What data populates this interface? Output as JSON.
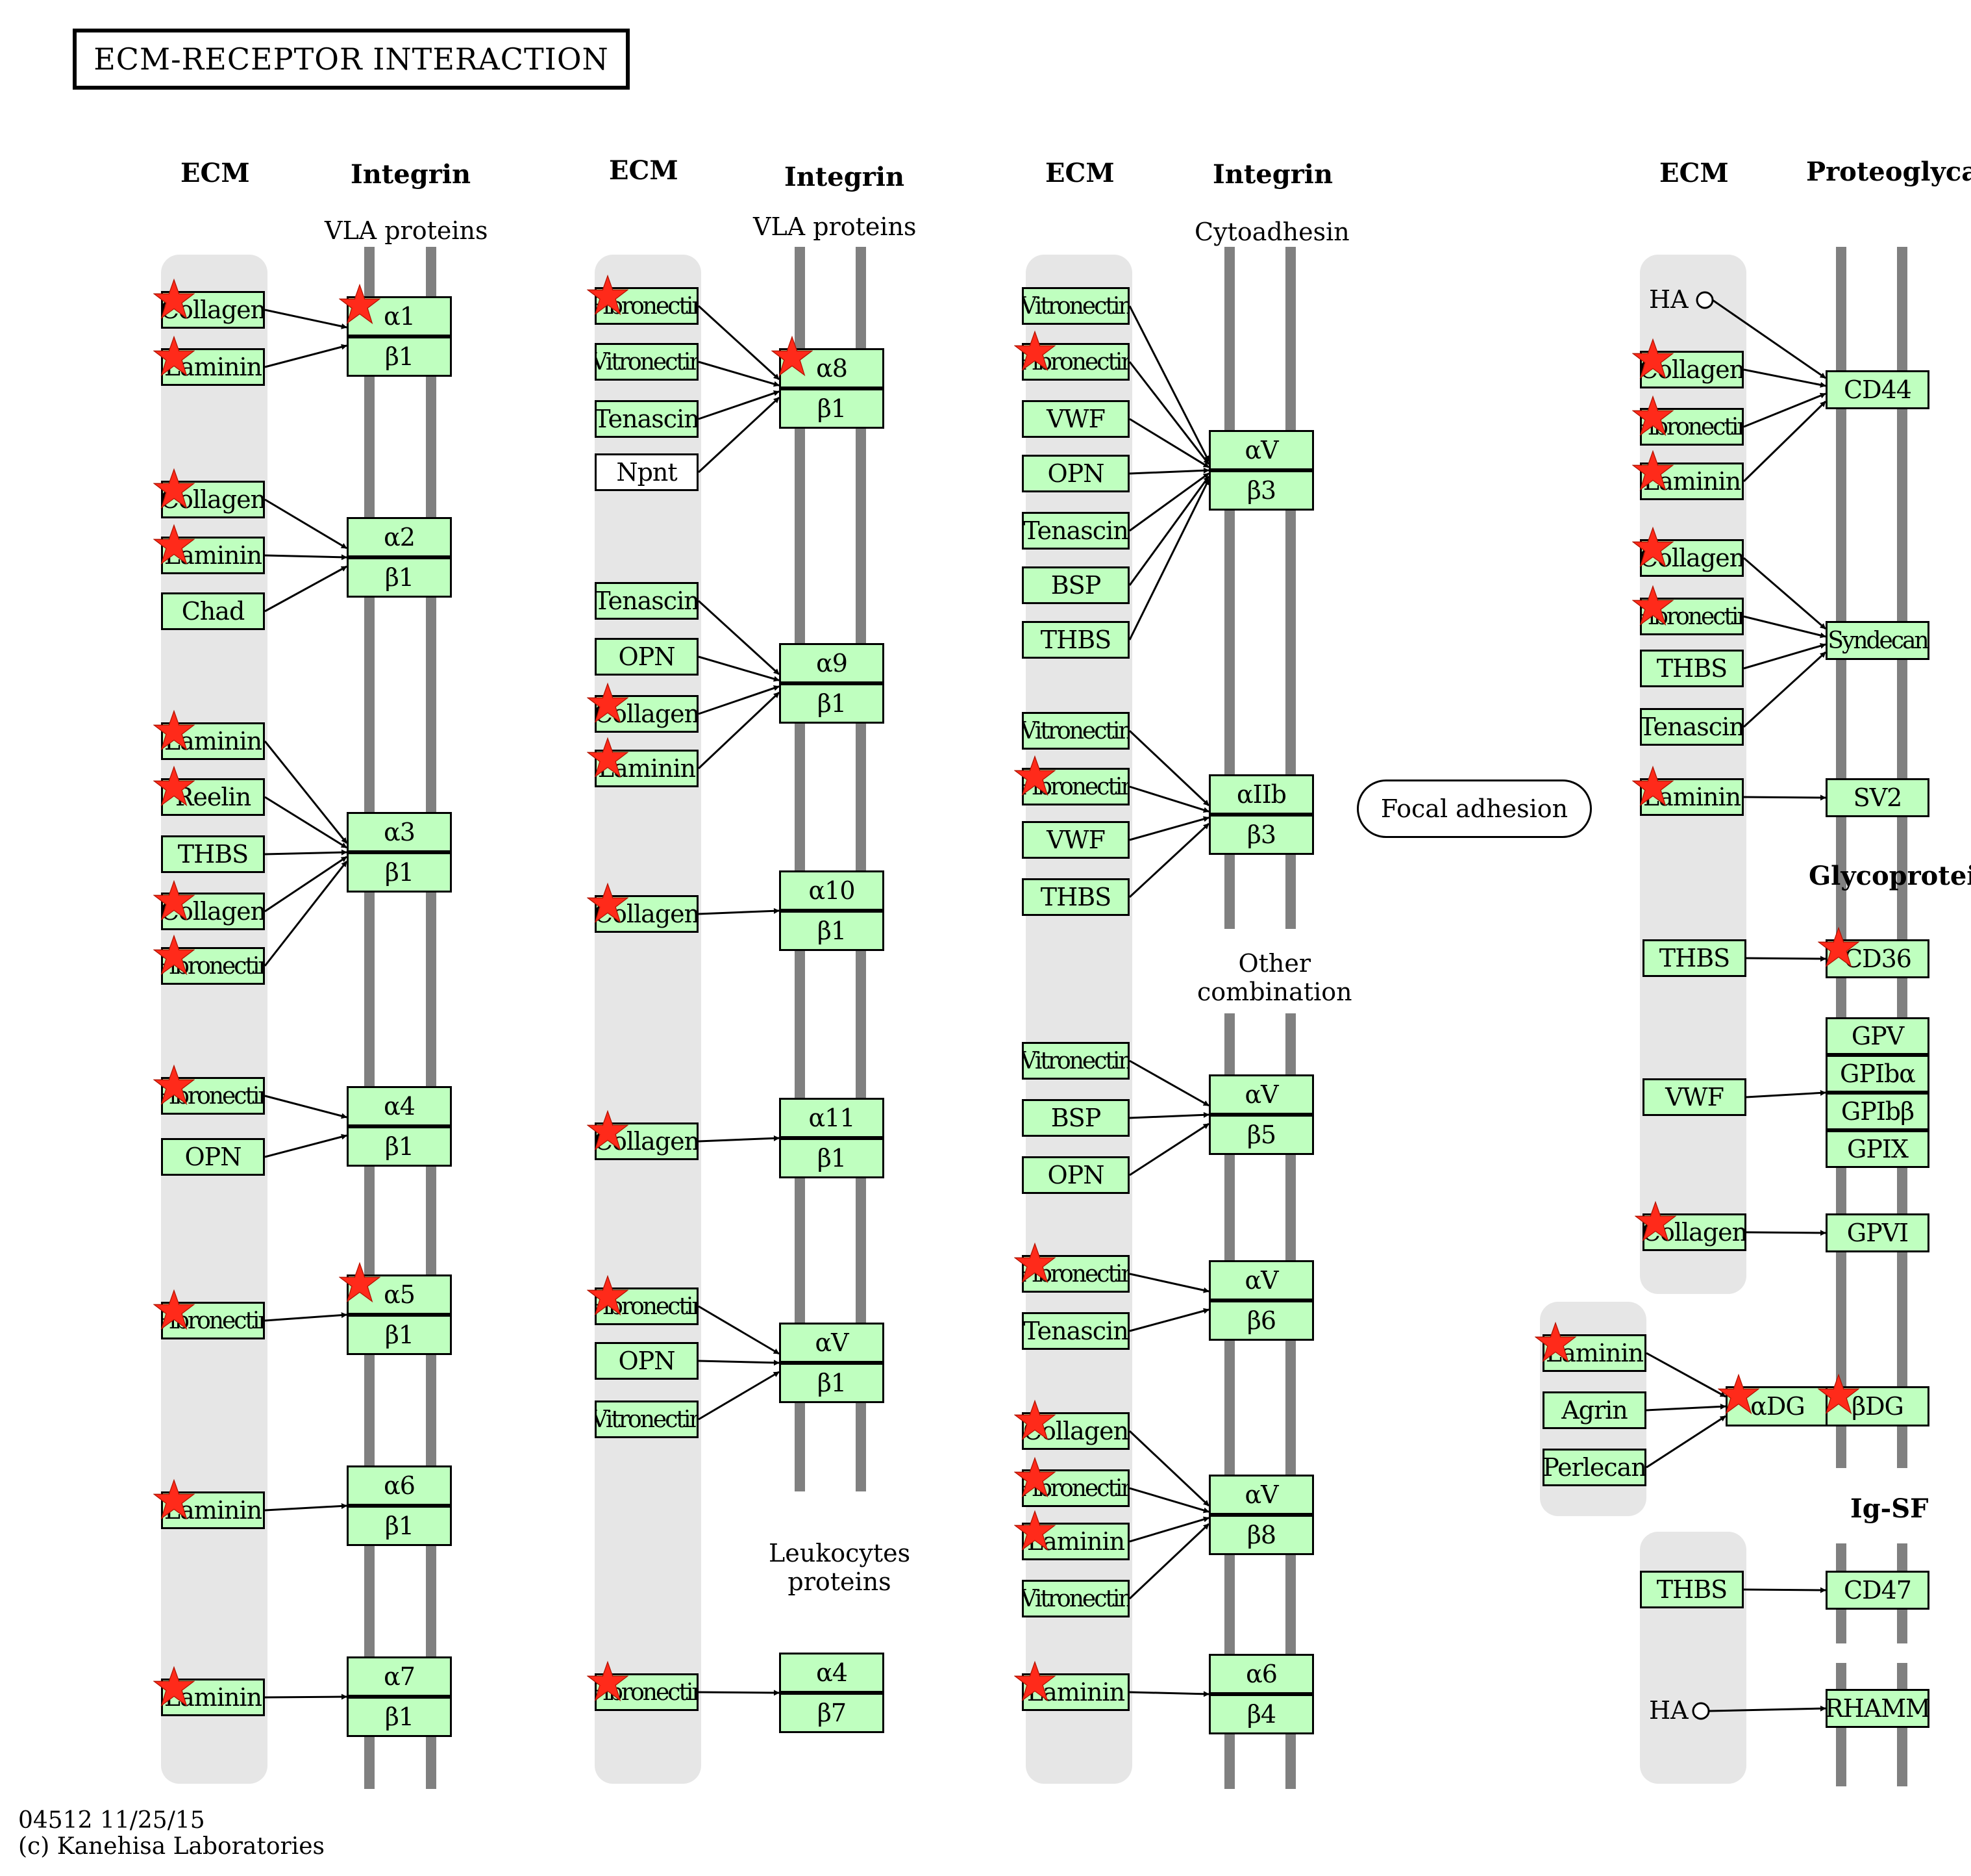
{
  "title": "ECM-RECEPTOR  INTERACTION",
  "headers": {
    "p1_ecm": "ECM",
    "p1_integrin": "Integrin",
    "p1_sub": "VLA proteins",
    "p2_ecm": "ECM",
    "p2_integrin": "Integrin",
    "p2_sub": "VLA proteins",
    "p2_sub2": "Leukocytes\nproteins",
    "p3_ecm": "ECM",
    "p3_integrin": "Integrin",
    "p3_sub": "Cytoadhesin",
    "p3_sub2": "Other\ncombination",
    "p4_ecm": "ECM",
    "p4_proteoglycan": "Proteoglycan",
    "p4_glyco": "Glycoprotein",
    "p4_igsf": "Ig-SF"
  },
  "focal_adhesion": "Focal adhesion",
  "footer": {
    "id_date": "04512 11/25/15",
    "copyright": "(c) Kanehisa Laboratories"
  },
  "colors": {
    "node_fill": "#bfffbf",
    "lane_fill": "#e6e6e6",
    "bar": "#808080",
    "star": "#ff2a1a"
  },
  "nodes": {
    "p1_collagen_1": "Collagen",
    "p1_laminin_1": "Laminin",
    "p1_a1": "α1",
    "p1_b1_1": "β1",
    "p1_collagen_2": "Collagen",
    "p1_laminin_2": "Laminin",
    "p1_chad": "Chad",
    "p1_a2": "α2",
    "p1_b1_2": "β1",
    "p1_laminin_3": "Laminin",
    "p1_reelin": "Reelin",
    "p1_thbs": "THBS",
    "p1_collagen_3": "Collagen",
    "p1_fibronectin_1": "Fibronectin",
    "p1_a3": "α3",
    "p1_b1_3": "β1",
    "p1_fibronectin_2": "Fibronectin",
    "p1_opn": "OPN",
    "p1_a4": "α4",
    "p1_b1_4": "β1",
    "p1_fibronectin_3": "Fibronectin",
    "p1_a5": "α5",
    "p1_b1_5": "β1",
    "p1_laminin_4": "Laminin",
    "p1_a6": "α6",
    "p1_b1_6": "β1",
    "p1_laminin_5": "Laminin",
    "p1_a7": "α7",
    "p1_b1_7": "β1",
    "p2_fibronectin_1": "Fibronectin",
    "p2_vitronectin_1": "Vitronectin",
    "p2_tenascin_1": "Tenascin",
    "p2_npnt": "Npnt",
    "p2_a8": "α8",
    "p2_b1_1": "β1",
    "p2_tenascin_2": "Tenascin",
    "p2_opn_1": "OPN",
    "p2_collagen_1": "Collagen",
    "p2_laminin_1": "Laminin",
    "p2_a9": "α9",
    "p2_b1_2": "β1",
    "p2_collagen_2": "Collagen",
    "p2_a10": "α10",
    "p2_b1_3": "β1",
    "p2_collagen_3": "Collagen",
    "p2_a11": "α11",
    "p2_b1_4": "β1",
    "p2_fibronectin_2": "Fibronectin",
    "p2_opn_2": "OPN",
    "p2_vitronectin_2": "Vitronectin",
    "p2_av": "αV",
    "p2_b1_5": "β1",
    "p2_fibronectin_3": "Fibronectin",
    "p2_a4": "α4",
    "p2_b7": "β7",
    "p3_vitronectin_1": "Vitronectin",
    "p3_fibronectin_1": "Fibronectin",
    "p3_vwf_1": "VWF",
    "p3_opn_1": "OPN",
    "p3_tenascin_1": "Tenascin",
    "p3_bsp_1": "BSP",
    "p3_thbs_1": "THBS",
    "p3_av_1": "αV",
    "p3_b3_1": "β3",
    "p3_vitronectin_2": "Vitronectin",
    "p3_fibronectin_2": "Fibronectin",
    "p3_vwf_2": "VWF",
    "p3_thbs_2": "THBS",
    "p3_aiib": "αIIb",
    "p3_b3_2": "β3",
    "p3_vitronectin_3": "Vitronectin",
    "p3_bsp_2": "BSP",
    "p3_opn_2": "OPN",
    "p3_av_2": "αV",
    "p3_b5": "β5",
    "p3_fibronectin_3": "Fibronectin",
    "p3_tenascin_2": "Tenascin",
    "p3_av_3": "αV",
    "p3_b6": "β6",
    "p3_collagen": "Collagen",
    "p3_fibronectin_4": "Fibronectin",
    "p3_laminin_1": "Laminin",
    "p3_vitronectin_4": "Vitronectin",
    "p3_av_4": "αV",
    "p3_b8": "β8",
    "p3_laminin_2": "Laminin",
    "p3_a6": "α6",
    "p3_b4": "β4",
    "p4_ha_1": "HA",
    "p4_collagen_1": "Collagen",
    "p4_fibronectin_1": "Fibronectin",
    "p4_laminin_1": "Laminin",
    "p4_cd44": "CD44",
    "p4_collagen_2": "Collagen",
    "p4_fibronectin_2": "Fibronectin",
    "p4_thbs_1": "THBS",
    "p4_tenascin": "Tenascin",
    "p4_syndecan": "Syndecan",
    "p4_laminin_2": "Laminin",
    "p4_sv2": "SV2",
    "p4_thbs_2": "THBS",
    "p4_cd36": "CD36",
    "p4_vwf": "VWF",
    "p4_gpv": "GPV",
    "p4_gpiba": "GPIbα",
    "p4_gpibb": "GPIbβ",
    "p4_gpix": "GPIX",
    "p4_collagen_3": "Collagen",
    "p4_gpvi": "GPVI",
    "p4_laminin_3": "Laminin",
    "p4_agrin": "Agrin",
    "p4_perlecan": "Perlecan",
    "p4_adg": "αDG",
    "p4_bdg": "βDG",
    "p4_thbs_3": "THBS",
    "p4_cd47": "CD47",
    "p4_ha_2": "HA",
    "p4_rhamm": "RHAMM"
  }
}
